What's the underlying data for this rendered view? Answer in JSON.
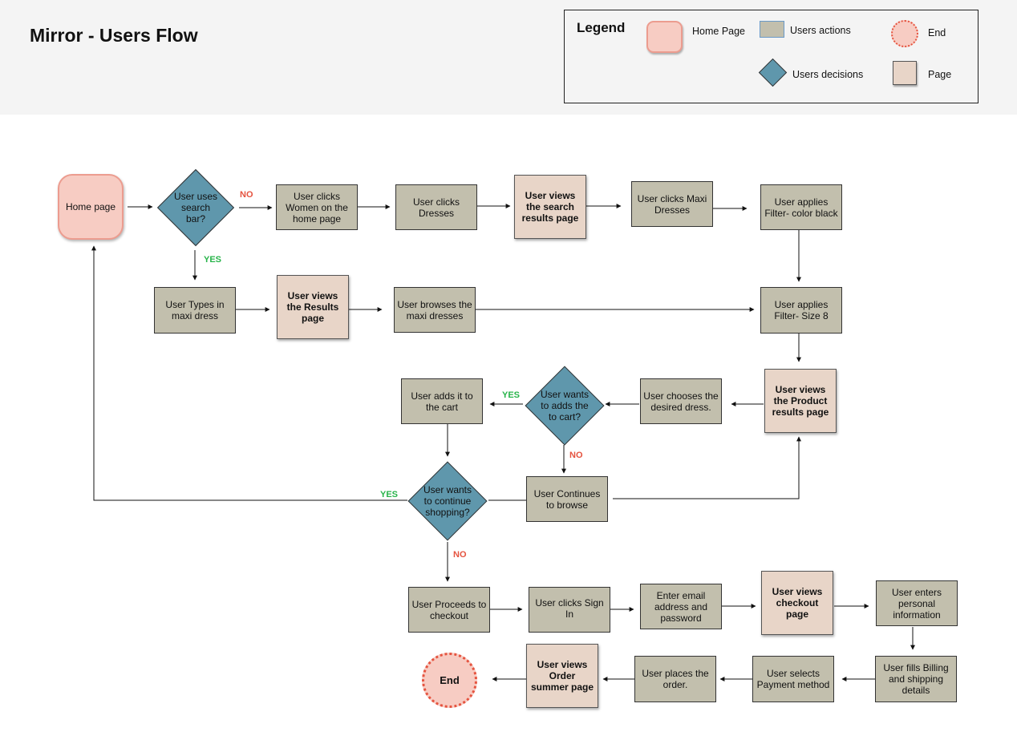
{
  "title": "Mirror - Users Flow",
  "legend": {
    "title": "Legend",
    "home_page": "Home Page",
    "users_actions": "Users actions",
    "end": "End",
    "users_decisions": "Users decisions",
    "page": "Page"
  },
  "nodes": {
    "home": "Home page",
    "search_decision": "User uses search bar?",
    "clicks_women": "User clicks Women on the home page",
    "clicks_dresses": "User clicks Dresses",
    "views_search_results": "User views the search results page",
    "clicks_maxi": "User clicks Maxi Dresses",
    "filter_color": "User applies Filter- color black",
    "types_maxi": "User Types in maxi dress",
    "views_results": "User views the Results page",
    "browses_maxi": "User browses the maxi dresses",
    "filter_size": "User applies Filter- Size 8",
    "adds_to_cart": "User adds it to the cart",
    "cart_decision": "User wants to adds the to cart?",
    "chooses_dress": "User chooses the desired dress.",
    "views_product_results": "User views the Product results page",
    "continue_decision": "User wants to continue shopping?",
    "continues_browse": "User Continues to browse",
    "proceeds_checkout": "User Proceeds to checkout",
    "clicks_signin": "User clicks Sign In",
    "enter_email": "Enter email address and password",
    "views_checkout": "User views checkout page",
    "enters_personal": "User enters personal information",
    "end": "End",
    "views_order_summary": "User views Order summer page",
    "places_order": "User places the order.",
    "selects_payment": "User selects Payment method",
    "fills_billing": "User fills Billing and shipping details"
  },
  "labels": {
    "no_search": "NO",
    "yes_search": "YES",
    "yes_cart": "YES",
    "no_cart": "NO",
    "yes_continue": "YES",
    "no_continue": "NO"
  },
  "colors": {
    "action": "#c2bfad",
    "page": "#e8d5c8",
    "decision": "#5f97ac",
    "home": "#f7ccc3",
    "end_border": "#e5533f",
    "yes": "#28b44a",
    "no": "#e5533f"
  }
}
